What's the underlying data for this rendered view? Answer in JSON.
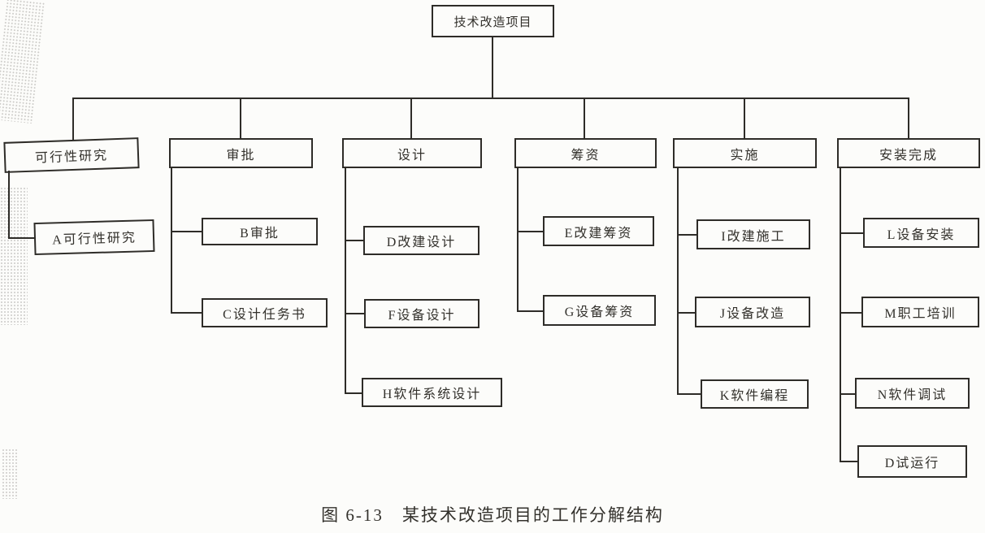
{
  "figure": {
    "caption": "图 6-13　某技术改造项目的工作分解结构"
  },
  "tree": {
    "root": {
      "label": "技术改造项目"
    },
    "branches": [
      {
        "label": "可行性研究",
        "children": [
          {
            "label": "A可行性研究"
          }
        ]
      },
      {
        "label": "审批",
        "children": [
          {
            "label": "B审批"
          },
          {
            "label": "C设计任务书"
          }
        ]
      },
      {
        "label": "设计",
        "children": [
          {
            "label": "D改建设计"
          },
          {
            "label": "F设备设计"
          },
          {
            "label": "H软件系统设计"
          }
        ]
      },
      {
        "label": "筹资",
        "children": [
          {
            "label": "E改建筹资"
          },
          {
            "label": "G设备筹资"
          }
        ]
      },
      {
        "label": "实施",
        "children": [
          {
            "label": "I改建施工"
          },
          {
            "label": "J设备改造"
          },
          {
            "label": "K软件编程"
          }
        ]
      },
      {
        "label": "安装完成",
        "children": [
          {
            "label": "L设备安装"
          },
          {
            "label": "M职工培训"
          },
          {
            "label": "N软件调试"
          },
          {
            "label": "D试运行"
          }
        ]
      }
    ]
  },
  "colors": {
    "line": "#2e2c28",
    "border": "#2e2c28",
    "page": "#fcfcfa",
    "ink": "#33312c"
  }
}
